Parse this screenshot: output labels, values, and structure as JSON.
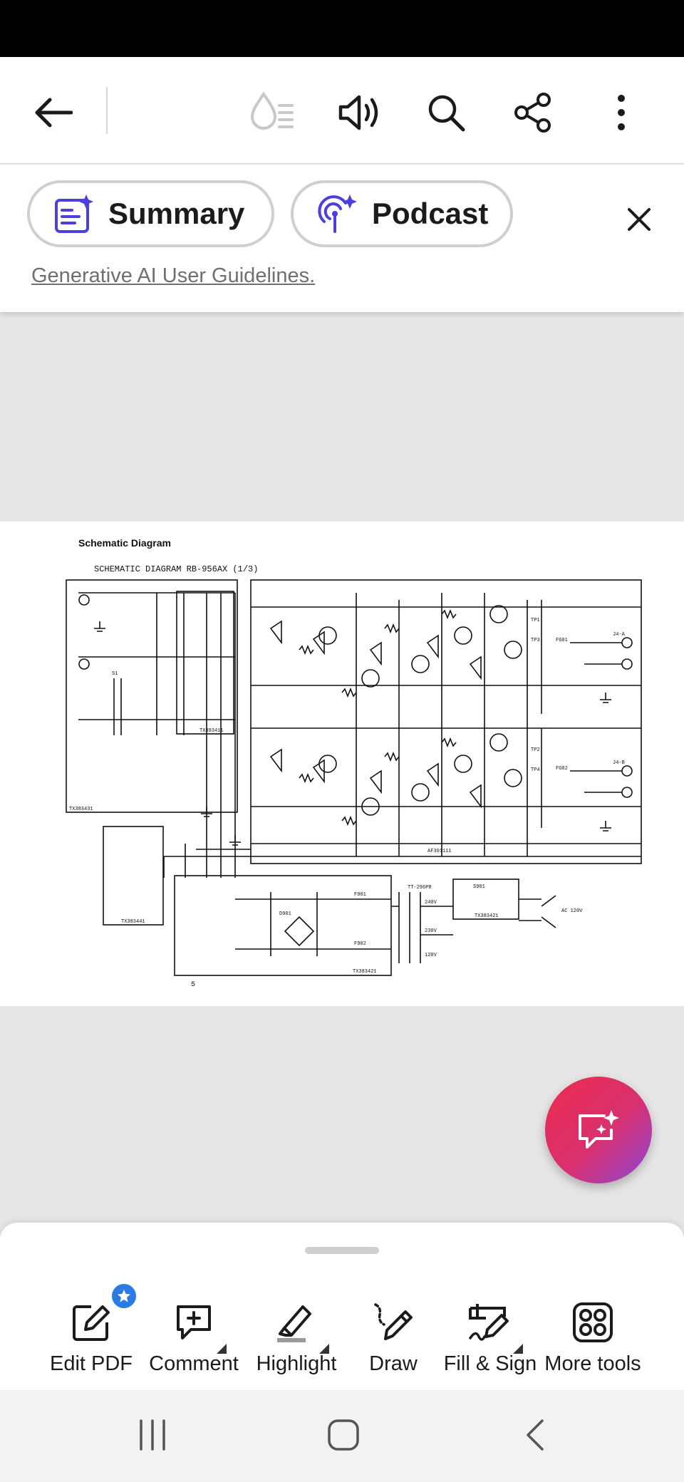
{
  "toolbar": {
    "back_icon": "arrow-left-icon",
    "icons": [
      "liquid-mode-icon",
      "read-aloud-icon",
      "search-icon",
      "share-icon",
      "more-vertical-icon"
    ]
  },
  "ai_panel": {
    "summary_label": "Summary",
    "podcast_label": "Podcast",
    "guidelines_link": "Generative AI User Guidelines."
  },
  "document": {
    "heading": "Schematic Diagram",
    "subheading": "SCHEMATIC  DIAGRAM   RB-956AX  (1/3)",
    "page_number": "5",
    "labels": {
      "tx1": "TX383431",
      "tx2": "TX383411",
      "tx3": "TX383441",
      "tx4": "TX383421",
      "tx5": "TX383421",
      "af": "AF301111",
      "transformer": "TT-296PR",
      "ac_in": "AC 120V",
      "fuse1": "F901",
      "fuse2": "F902",
      "j4a": "J4-A",
      "j4b": "J4-B",
      "s1": "S1",
      "s901": "S901",
      "v240": "240V",
      "v230": "230V",
      "v120": "120V",
      "bridge": "D901",
      "tp1": "TP1",
      "tp3": "TP3",
      "tp2": "TP2",
      "tp4": "TP4",
      "fg1": "FG01",
      "fg2": "FG02"
    }
  },
  "fab": {
    "icon": "ai-assistant-icon"
  },
  "bottom_tools": [
    {
      "label": "Edit PDF",
      "icon": "edit-pdf-icon"
    },
    {
      "label": "Comment",
      "icon": "comment-icon"
    },
    {
      "label": "Highlight",
      "icon": "highlight-icon"
    },
    {
      "label": "Draw",
      "icon": "draw-icon"
    },
    {
      "label": "Fill & Sign",
      "icon": "fill-sign-icon"
    },
    {
      "label": "More tools",
      "icon": "more-tools-icon"
    }
  ],
  "nav": {
    "icons": [
      "recent-apps-icon",
      "home-icon",
      "back-icon"
    ]
  },
  "colors": {
    "accent_gradient_start": "#ec2c4b",
    "accent_gradient_end": "#8c47d6",
    "badge": "#2c7be5",
    "ai_icon": "#4b3fe0"
  }
}
